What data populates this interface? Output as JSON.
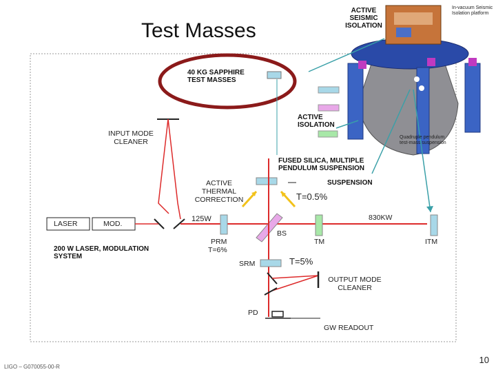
{
  "title": "Test Masses",
  "labels": {
    "active_seismic": "ACTIVE SEISMIC ISOLATION",
    "invacuum": "In-vacuum Seismic Isolation platform",
    "sapphire": "40 KG SAPPHIRE TEST MASSES",
    "active_isolation": "ACTIVE ISOLATION",
    "quad_note": "Quadruple pendulum test-mass suspension",
    "input_mc": "INPUT  MODE CLEANER",
    "fused_silica": "FUSED SILICA, MULTIPLE PENDULUM SUSPENSION",
    "suspension": "SUSPENSION",
    "active_thermal": "ACTIVE THERMAL CORRECTION",
    "t05": "T=0.5%",
    "laser": "LASER",
    "mod": "MOD.",
    "power125": "125W",
    "power830": "830KW",
    "bs": "BS",
    "prm": "PRM",
    "prm_t": "T=6%",
    "tm": "TM",
    "itm": "ITM",
    "laser_system": "200 W LASER, MODULATION SYSTEM",
    "srm": "SRM",
    "srm_t": "T=5%",
    "output_mc": "OUTPUT  MODE CLEANER",
    "pd": "PD",
    "gw": "GW  READOUT"
  },
  "page_number": "10",
  "footer": "LIGO – G070055-00-R",
  "colors": {
    "beam": "#dd2a2a",
    "mirror": "#a8d8e8",
    "circle": "#8b1a1a",
    "arrow_yellow": "#f2c21b",
    "cyan_line": "#3aa0a8"
  }
}
